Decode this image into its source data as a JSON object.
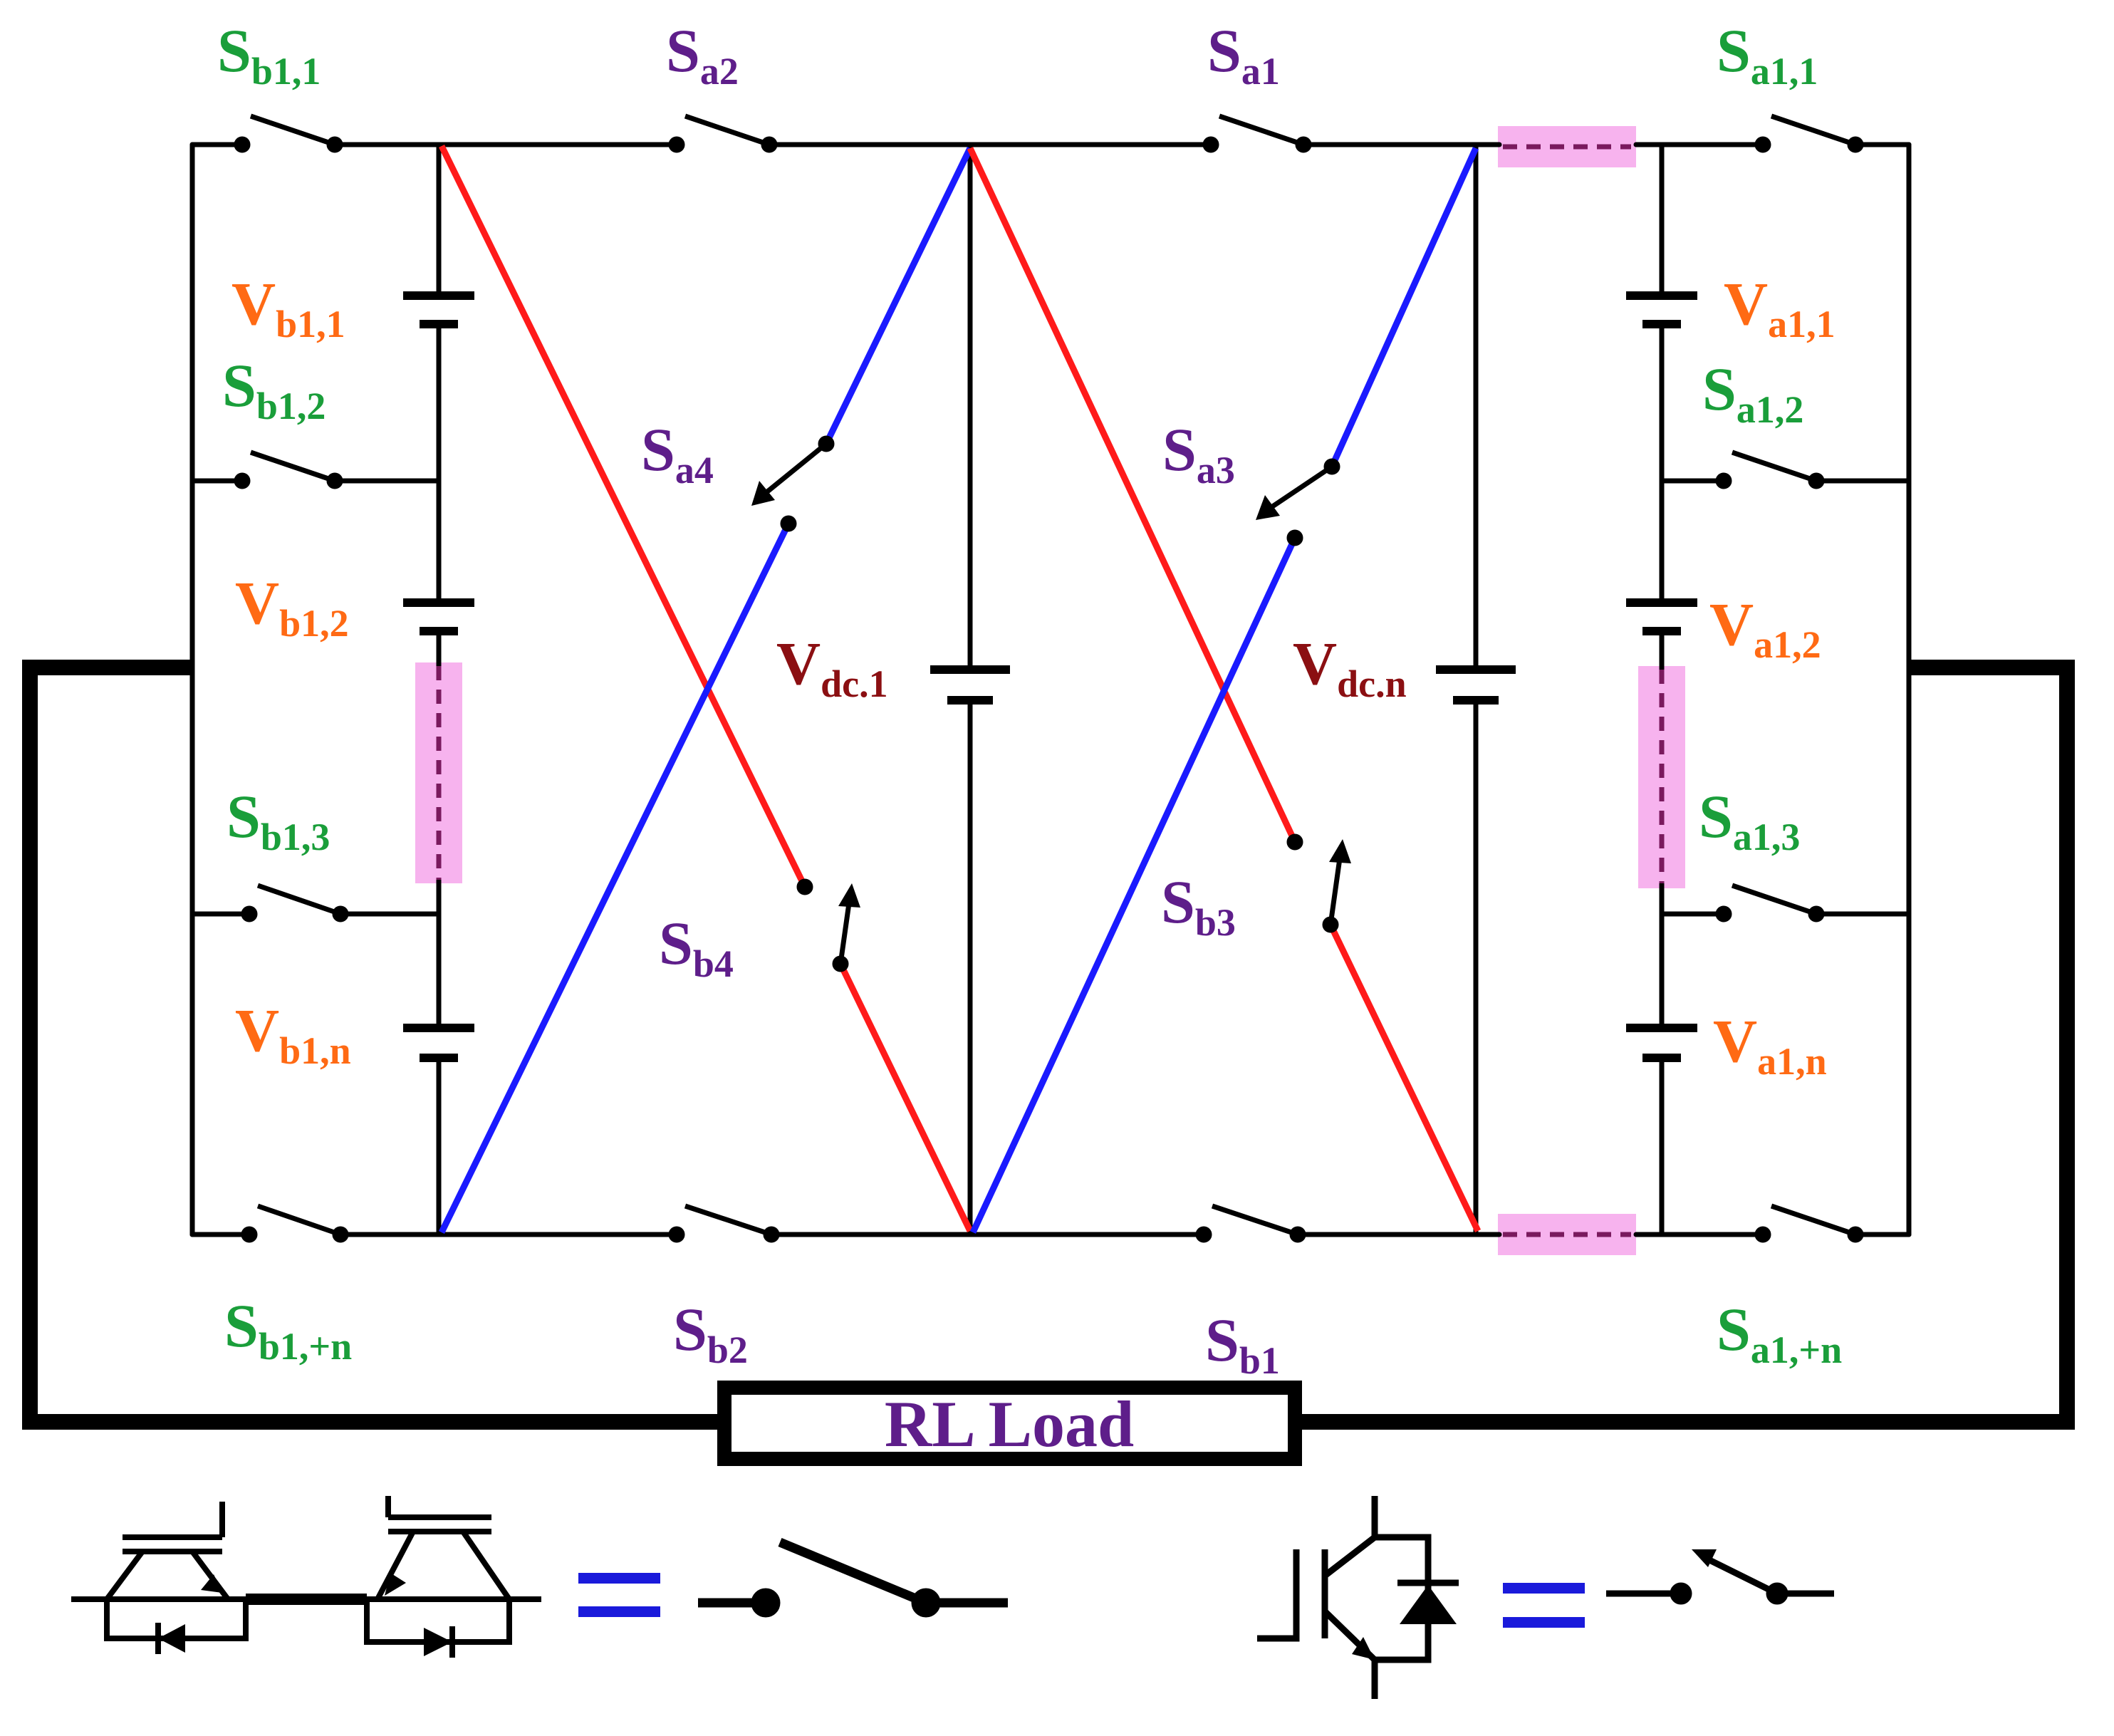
{
  "labels": {
    "sb11": {
      "main": "S",
      "sub": "b1,1"
    },
    "sa2": {
      "main": "S",
      "sub": "a2"
    },
    "sa1": {
      "main": "S",
      "sub": "a1"
    },
    "sa11": {
      "main": "S",
      "sub": "a1,1"
    },
    "vb11": {
      "main": "V",
      "sub": "b1,1"
    },
    "sb12": {
      "main": "S",
      "sub": "b1,2"
    },
    "va11": {
      "main": "V",
      "sub": "a1,1"
    },
    "sa12": {
      "main": "S",
      "sub": "a1,2"
    },
    "sa4": {
      "main": "S",
      "sub": "a4"
    },
    "sa3": {
      "main": "S",
      "sub": "a3"
    },
    "vb12": {
      "main": "V",
      "sub": "b1,2"
    },
    "va12": {
      "main": "V",
      "sub": "a1,2"
    },
    "vdc1": {
      "main": "V",
      "sub": "dc.1"
    },
    "vdcn": {
      "main": "V",
      "sub": "dc.n"
    },
    "sb13": {
      "main": "S",
      "sub": "b1,3"
    },
    "sa13": {
      "main": "S",
      "sub": "a1,3"
    },
    "sb3": {
      "main": "S",
      "sub": "b3"
    },
    "sb4": {
      "main": "S",
      "sub": "b4"
    },
    "vb1n": {
      "main": "V",
      "sub": "b1,n"
    },
    "va1n": {
      "main": "V",
      "sub": "a1,n"
    },
    "sb1n": {
      "main": "S",
      "sub": "b1,+n"
    },
    "sb2": {
      "main": "S",
      "sub": "b2"
    },
    "sb1": {
      "main": "S",
      "sub": "b1"
    },
    "sa1n": {
      "main": "S",
      "sub": "a1,+n"
    }
  },
  "load": {
    "label": "RL Load"
  },
  "legend": {
    "equals": "="
  },
  "colors": {
    "switch_label": "#1a9e3a",
    "bridge_label": "#5e1e8a",
    "voltage_label": "#ff6a14",
    "dc_label": "#8b0f12",
    "red_leg": "#ff1a1a",
    "blue_leg": "#1a1aff",
    "highlight": "#f7b3ee",
    "equals_sign": "#1a1adb"
  }
}
